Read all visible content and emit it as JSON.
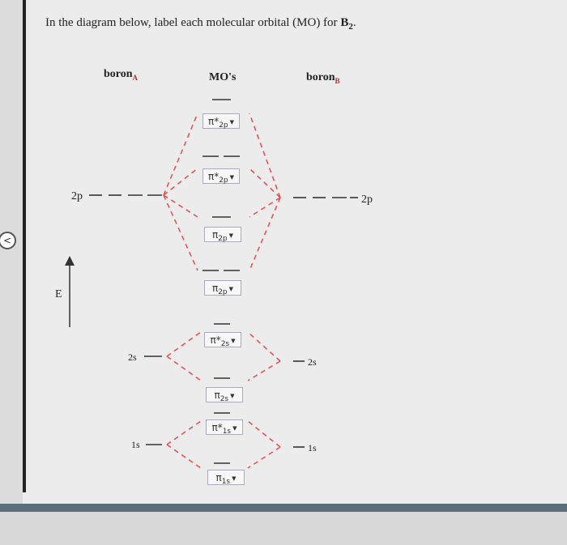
{
  "prompt": {
    "text": "In the diagram below, label each molecular orbital (MO) for ",
    "molecule_base": "B",
    "molecule_sub": "2",
    "end": "."
  },
  "headers": {
    "left_base": "boron",
    "left_sub": "A",
    "middle": "MO's",
    "right_base": "boron",
    "right_sub": "B"
  },
  "axis_label": "E",
  "atomic_labels": {
    "left_2p": "2p",
    "left_2s": "2s",
    "left_1s": "1s",
    "right_2p": "2p",
    "right_2s": "2s",
    "right_1s": "1s"
  },
  "mo_boxes": [
    {
      "sym": "π",
      "star": "*",
      "sub": "2p"
    },
    {
      "sym": "π",
      "star": "*",
      "sub": "2p"
    },
    {
      "sym": "π",
      "star": "",
      "sub": "2p"
    },
    {
      "sym": "π",
      "star": "",
      "sub": "2p"
    },
    {
      "sym": "π",
      "star": "*",
      "sub": "2s"
    },
    {
      "sym": "π",
      "star": "",
      "sub": "2s"
    },
    {
      "sym": "π",
      "star": "*",
      "sub": "1s"
    },
    {
      "sym": "π",
      "star": "",
      "sub": "1s"
    }
  ],
  "dropdown_caret": "▼",
  "nav_icon": "<",
  "colors": {
    "dashed_lines": "#e05555",
    "header_subscript": "#b03030",
    "bottom_band": "#5a6e7c"
  }
}
